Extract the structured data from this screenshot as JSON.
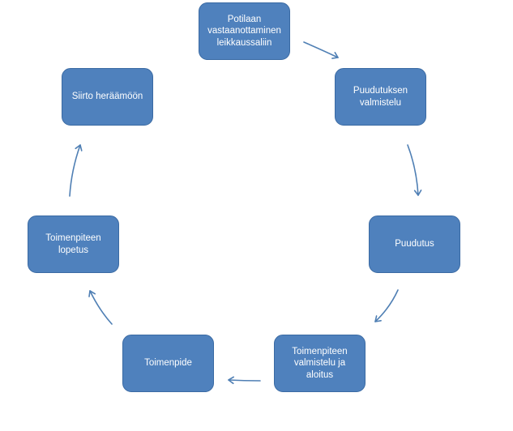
{
  "diagram": {
    "type": "cycle",
    "nodes": [
      {
        "id": "n1",
        "label": "Potilaan vastaanottaminen leikkaussaliin"
      },
      {
        "id": "n2",
        "label": "Puudutuksen valmistelu"
      },
      {
        "id": "n3",
        "label": "Puudutus"
      },
      {
        "id": "n4",
        "label": "Toimenpiteen valmistelu ja aloitus"
      },
      {
        "id": "n5",
        "label": "Toimenpide"
      },
      {
        "id": "n6",
        "label": "Toimenpiteen lopetus"
      },
      {
        "id": "n7",
        "label": "Siirto heräämöön"
      }
    ],
    "edges": [
      {
        "from": "n1",
        "to": "n2"
      },
      {
        "from": "n2",
        "to": "n3"
      },
      {
        "from": "n3",
        "to": "n4"
      },
      {
        "from": "n4",
        "to": "n5"
      },
      {
        "from": "n5",
        "to": "n6"
      },
      {
        "from": "n6",
        "to": "n7"
      }
    ],
    "colors": {
      "node_fill": "#4f81bd",
      "node_border": "#3a6aa3",
      "node_text": "#ffffff",
      "arrow": "#4f7fb4"
    }
  }
}
